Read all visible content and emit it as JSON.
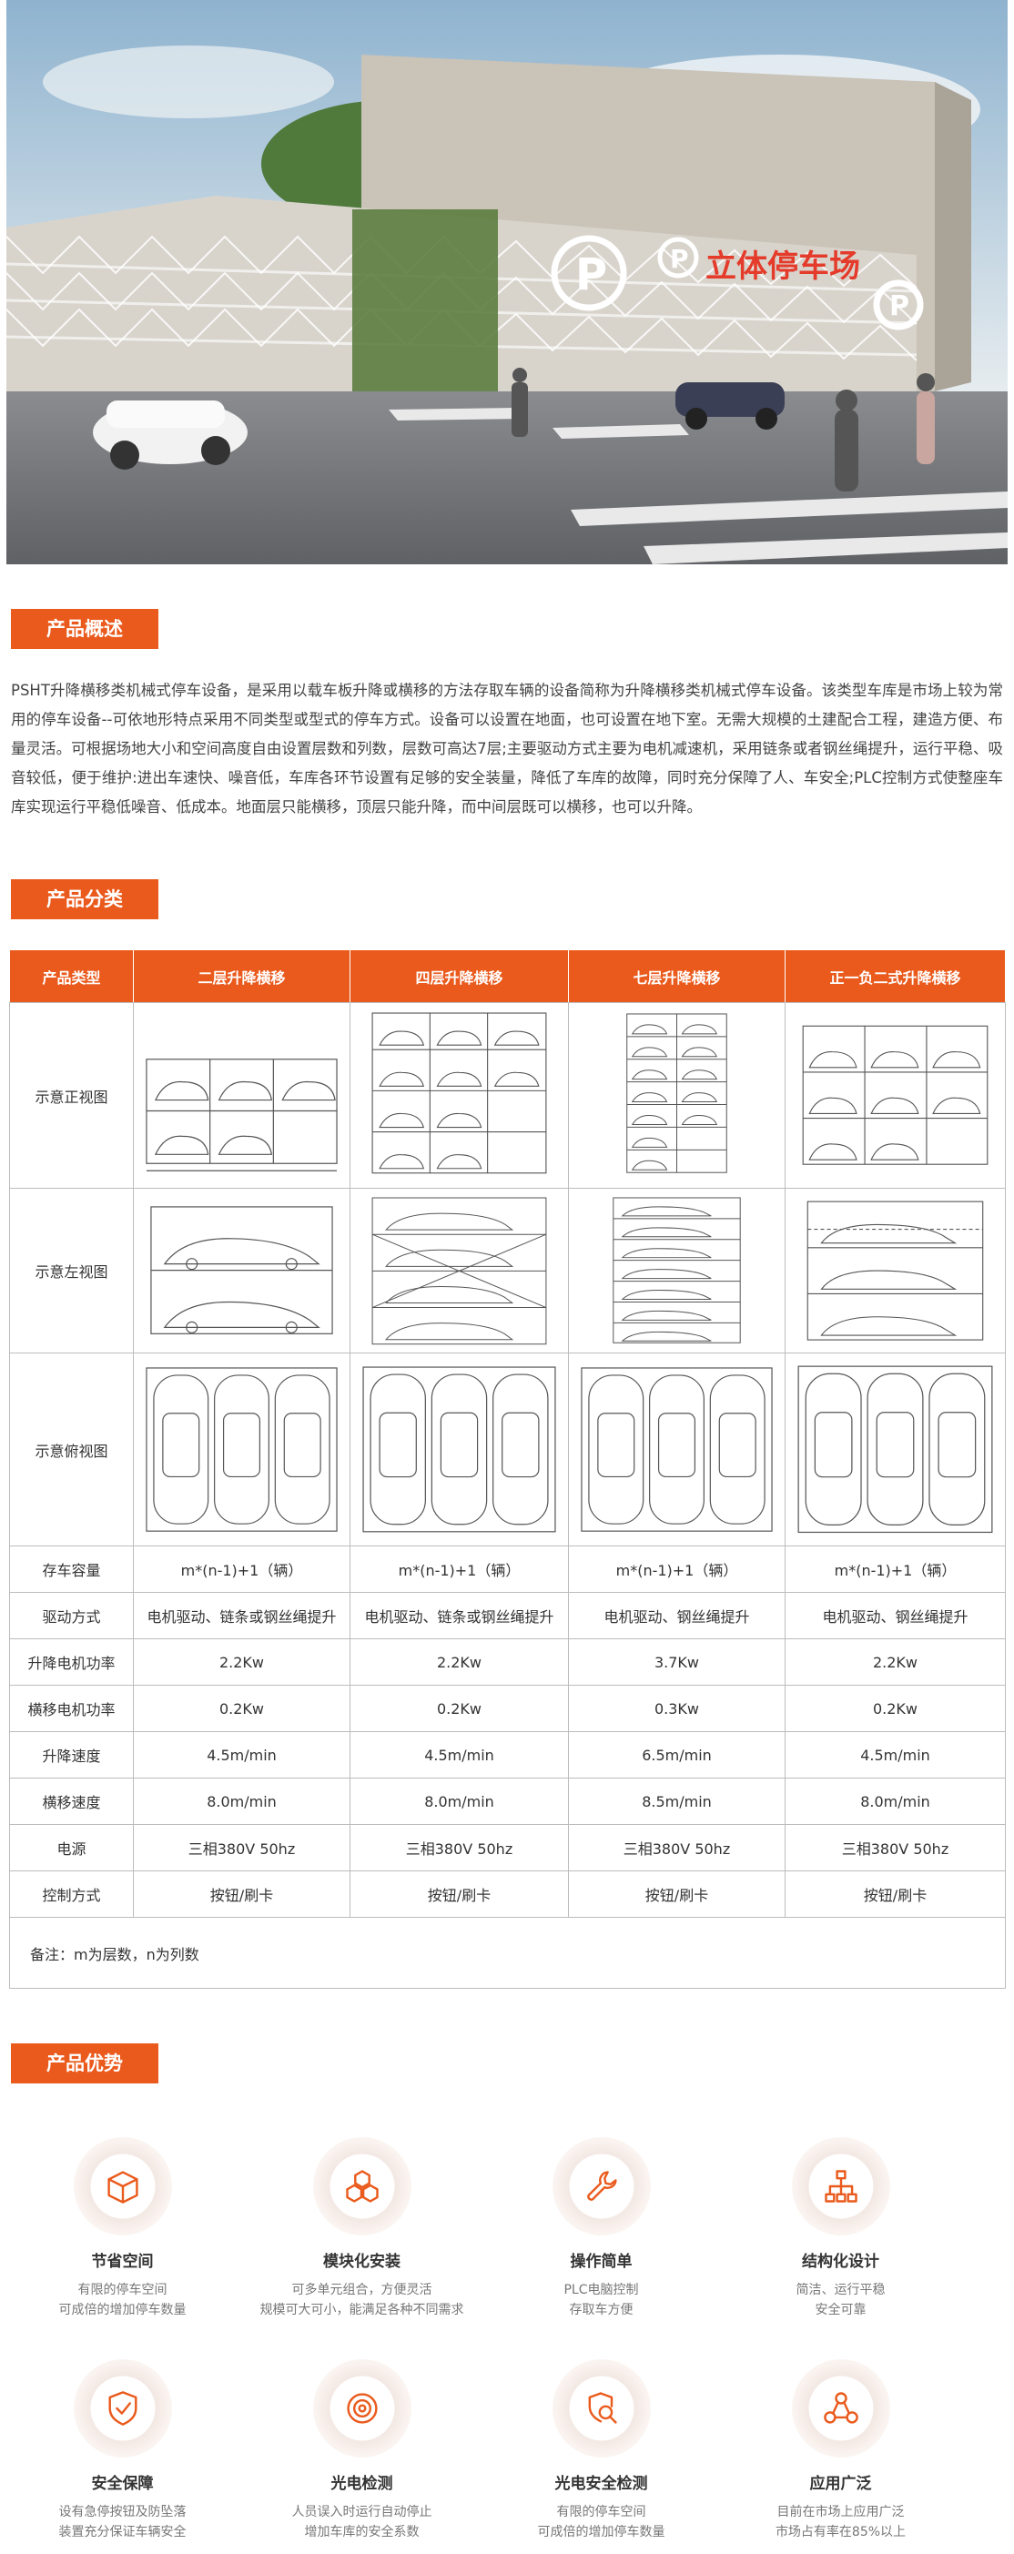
{
  "hero": {
    "sign_text": "立体停车场"
  },
  "sections": {
    "overview_title": "产品概述",
    "classification_title": "产品分类",
    "advantages_title": "产品优势"
  },
  "overview_text": "PSHT升降横移类机械式停车设备，是采用以载车板升降或横移的方法存取车辆的设备简称为升降横移类机械式停车设备。该类型车库是市场上较为常用的停车设备--可依地形特点采用不同类型或型式的停车方式。设备可以设置在地面，也可设置在地下室。无需大规模的土建配合工程，建造方便、布量灵活。可根据场地大小和空间高度自由设置层数和列数，层数可高达7层;主要驱动方式主要为电机减速机，采用链条或者钢丝绳提升，运行平稳、吸音较低，便于维护:进出车速快、噪音低，车库各环节设置有足够的安全装量，降低了车库的故障，同时充分保障了人、车安全;PLC控制方式使整座车库实现运行平稳低噪音、低成本。地面层只能横移，顶层只能升降，而中间层既可以横移，也可以升降。",
  "table": {
    "headers": [
      "产品类型",
      "二层升降横移",
      "四层升降横移",
      "七层升降横移",
      "正一负二式升降横移"
    ],
    "image_rows": [
      "示意正视图",
      "示意左视图",
      "示意俯视图"
    ],
    "rows": [
      {
        "label": "存车容量",
        "values": [
          "m*(n-1)+1（辆）",
          "m*(n-1)+1（辆）",
          "m*(n-1)+1（辆）",
          "m*(n-1)+1（辆）"
        ]
      },
      {
        "label": "驱动方式",
        "values": [
          "电机驱动、链条或钢丝绳提升",
          "电机驱动、链条或钢丝绳提升",
          "电机驱动、钢丝绳提升",
          "电机驱动、钢丝绳提升"
        ]
      },
      {
        "label": "升降电机功率",
        "values": [
          "2.2Kw",
          "2.2Kw",
          "3.7Kw",
          "2.2Kw"
        ]
      },
      {
        "label": "横移电机功率",
        "values": [
          "0.2Kw",
          "0.2Kw",
          "0.3Kw",
          "0.2Kw"
        ]
      },
      {
        "label": "升降速度",
        "values": [
          "4.5m/min",
          "4.5m/min",
          "6.5m/min",
          "4.5m/min"
        ]
      },
      {
        "label": "横移速度",
        "values": [
          "8.0m/min",
          "8.0m/min",
          "8.5m/min",
          "8.0m/min"
        ]
      },
      {
        "label": "电源",
        "values": [
          "三相380V 50hz",
          "三相380V 50hz",
          "三相380V 50hz",
          "三相380V 50hz"
        ]
      },
      {
        "label": "控制方式",
        "values": [
          "按钮/刷卡",
          "按钮/刷卡",
          "按钮/刷卡",
          "按钮/刷卡"
        ]
      }
    ],
    "note": "备注：m为层数，n为列数"
  },
  "advantages": [
    {
      "icon": "cube-icon",
      "title": "节省空间",
      "desc1": "有限的停车空间",
      "desc2": "可成倍的增加停车数量"
    },
    {
      "icon": "modules-icon",
      "title": "模块化安装",
      "desc1": "可多单元组合，方便灵活",
      "desc2": "规模可大可小，能满足各种不同需求"
    },
    {
      "icon": "wrench-icon",
      "title": "操作简单",
      "desc1": "PLC电脑控制",
      "desc2": "存取车方便"
    },
    {
      "icon": "structure-icon",
      "title": "结构化设计",
      "desc1": "简洁、运行平稳",
      "desc2": "安全可靠"
    },
    {
      "icon": "shield-check-icon",
      "title": "安全保障",
      "desc1": "设有急停按钮及防坠落",
      "desc2": "装置充分保证车辆安全"
    },
    {
      "icon": "sensor-icon",
      "title": "光电检测",
      "desc1": "人员误入时运行自动停止",
      "desc2": "增加车库的安全系数"
    },
    {
      "icon": "search-shield-icon",
      "title": "光电安全检测",
      "desc1": "有限的停车空间",
      "desc2": "可成倍的增加停车数量"
    },
    {
      "icon": "wide-use-icon",
      "title": "应用广泛",
      "desc1": "目前在市场上应用广泛",
      "desc2": "市场占有率在85%以上"
    }
  ],
  "colors": {
    "accent": "#ea5a1c",
    "icon": "#ea5a1c"
  }
}
